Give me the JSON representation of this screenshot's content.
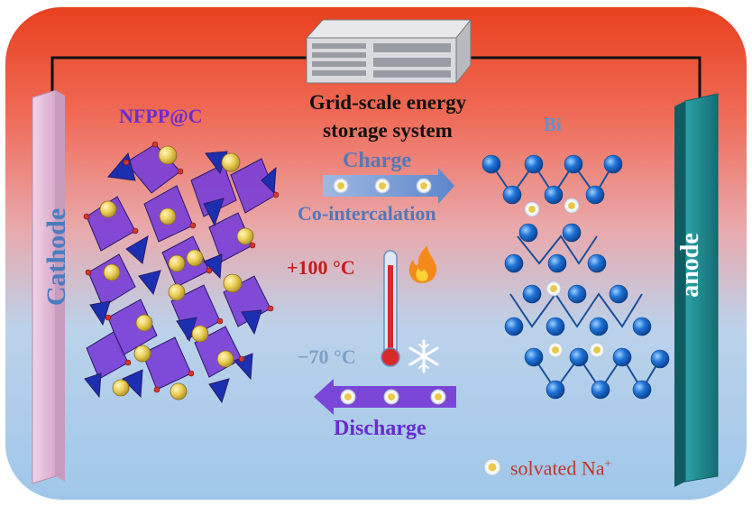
{
  "title_line1": "Grid-scale energy",
  "title_line2": "storage system",
  "cathode_material": "NFPP@C",
  "anode_material": "Bi",
  "cathode_label": "Cathode",
  "anode_label": "anode",
  "charge_label": "Charge",
  "cointercalation_label": "Co-intercalation",
  "temp_high": "+100 °C",
  "temp_low": "−70 °C",
  "discharge_label": "Discharge",
  "legend_label": "solvated Na",
  "legend_sup": "+",
  "colors": {
    "frame_top": "#e8431f",
    "frame_bottom": "#a9cdea",
    "cathode_plate": "#e8c2dd",
    "anode_plate": "#1f8f95",
    "polyhedra": "#7a3fd6",
    "tetrahedra": "#1c2fb0",
    "sodium": "#e8c94a",
    "bismuth": "#1f6fd0",
    "charge_arrow": "#6f95d2",
    "discharge_arrow": "#7a46d8",
    "thermometer": "#d92a2a"
  }
}
